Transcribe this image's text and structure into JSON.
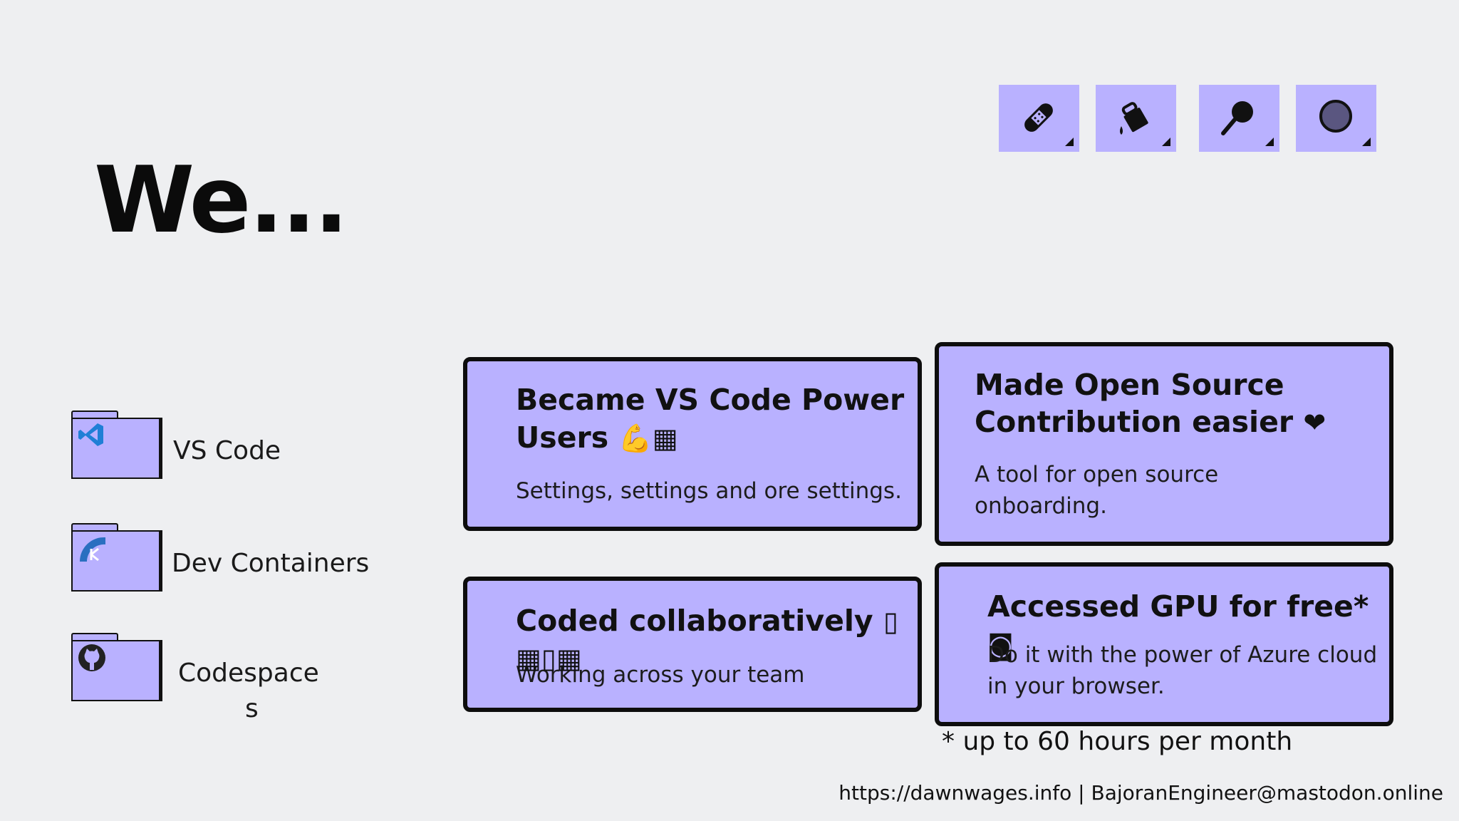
{
  "slide": {
    "title": "We...",
    "toolbar": {
      "tools": [
        {
          "name": "bandage-icon"
        },
        {
          "name": "paint-bucket-icon"
        },
        {
          "name": "magnifier-icon"
        },
        {
          "name": "circle-icon"
        }
      ]
    },
    "folders": [
      {
        "label": "VS Code",
        "icon": "vscode-logo-icon"
      },
      {
        "label": "Dev Containers",
        "icon": "dev-containers-logo-icon"
      },
      {
        "label_line1": "Codespace",
        "label_line2": "s",
        "icon": "github-logo-icon"
      }
    ],
    "cards": {
      "power_users": {
        "title_line1": "Became VS Code Power",
        "title_line2": "Users",
        "title_glyph": "💪▦",
        "desc": "Settings, settings and ore settings."
      },
      "open_source": {
        "title_line1": "Made Open Source",
        "title_line2": "Contribution easier",
        "title_glyph": "❤",
        "desc_line1": "A tool for open source",
        "desc_line2": "onboarding."
      },
      "collab": {
        "title": "Coded collaboratively",
        "title_glyph": "▯",
        "glyph_line": "▦▯▦",
        "desc": "Working across your team"
      },
      "gpu": {
        "title": "Accessed GPU for free*",
        "title_glyph": "◙",
        "desc_line1": "Do it with the power of Azure cloud",
        "desc_line2": "in your browser."
      }
    },
    "footnote": "* up to 60 hours per month",
    "footer": "https://dawnwages.info | BajoranEngineer@mastodon.online",
    "colors": {
      "card": "#b9b1ff",
      "background": "#eeeff1",
      "border": "#0d0d0d"
    }
  }
}
